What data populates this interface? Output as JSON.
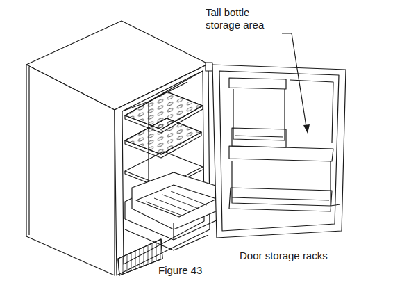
{
  "diagram": {
    "caption": "Figure 43",
    "labels": [
      "Tall bottle storage area",
      "Door storage racks"
    ]
  }
}
